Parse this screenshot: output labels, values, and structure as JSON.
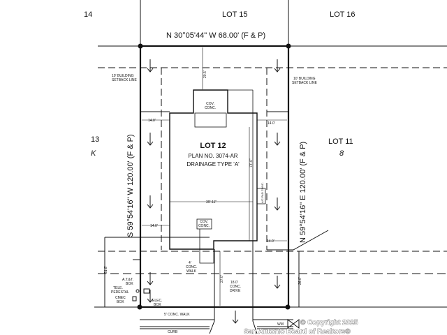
{
  "lots": {
    "lot14": "14",
    "lot15": "LOT 15",
    "lot16": "LOT 16",
    "lot13": "13",
    "lot13b": "K",
    "lot11": "LOT 11",
    "lot11b": "8"
  },
  "subject": {
    "lot": "LOT 12",
    "plan": "PLAN NO. 3074-AR",
    "drainage": "DRAINAGE TYPE 'A'"
  },
  "bearings": {
    "top": "N 30°05'44\" W 68.00' (F & P)",
    "left": "S 59°54'16\" W 120.00' (F & P)",
    "right": "N 59°54'16\" E 120.00' (F & P)"
  },
  "dimensions": {
    "front_setback": "20.5'",
    "side1": "14.0'",
    "side2": "14.0'",
    "side3": "14.0'",
    "side4": "14.0'",
    "width": "39'-11\"",
    "depth": "73'-6\"",
    "left_drive": "31.8'",
    "drive": "27.0'",
    "right": "26.0'"
  },
  "notes": {
    "setback_l1": "10' BUILDING",
    "setback_l2": "SETBACK LINE",
    "setback_r1": "10' BUILDING",
    "setback_r2": "SETBACK LINE",
    "cov_conc1a": "COV.",
    "cov_conc1b": "CONC.",
    "cov_conc2a": "COV.",
    "cov_conc2b": "CONC.",
    "ac_pad": "A/C PAD CONC.",
    "walk1": "4'",
    "walk2": "CONC.",
    "walk3": "WALK",
    "drive1": "18.0'",
    "drive2": "CONC.",
    "drive3": "DRIVE",
    "att1": "A.T.&T.",
    "att2": "BOX",
    "tele1": "TELE.",
    "tele2": "PEDESTAL",
    "cmec1": "CMEC",
    "cmec2": "BOX",
    "elec1": "ELEC.",
    "elec2": "BOX",
    "sidewalk": "5' CONC. WALK",
    "curb": "CURB",
    "wm": "WM"
  },
  "watermark": {
    "line1": "© Copyright 2025",
    "line2": "San Antonio Board of Realtors®"
  }
}
